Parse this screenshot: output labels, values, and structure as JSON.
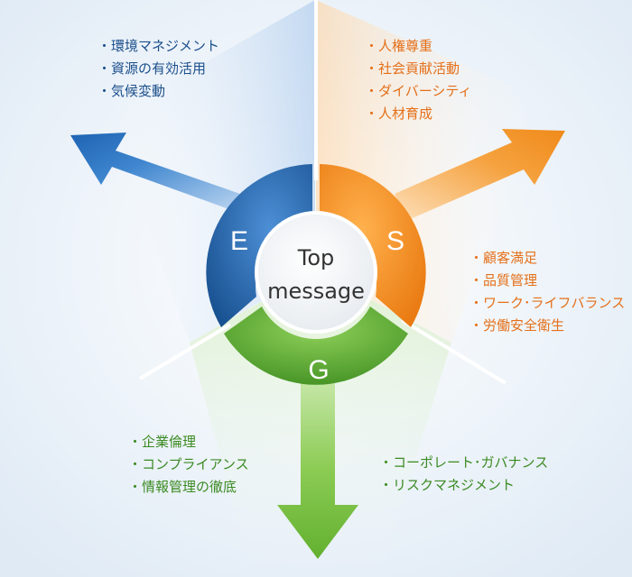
{
  "center": {
    "line1": "Top",
    "line2": "message"
  },
  "segments": {
    "e": {
      "letter": "E",
      "color": "#2060a8"
    },
    "s": {
      "letter": "S",
      "color": "#f18a1c"
    },
    "g": {
      "letter": "G",
      "color": "#5aaa32"
    }
  },
  "lists": {
    "e_top": [
      "・環境マネジメント",
      "・資源の有効活用",
      "・気候変動"
    ],
    "s_top": [
      "・人権尊重",
      "・社会貢献活動",
      "・ダイバーシティ",
      "・人材育成"
    ],
    "s_mid": [
      "・顧客満足",
      "・品質管理",
      "・ワーク･ライフバランス",
      "・労働安全衛生"
    ],
    "g_left": [
      "・企業倫理",
      "・コンプライアンス",
      "・情報管理の徹底"
    ],
    "g_right": [
      "・コーポレート･ガバナンス",
      "・リスクマネジメント"
    ]
  }
}
